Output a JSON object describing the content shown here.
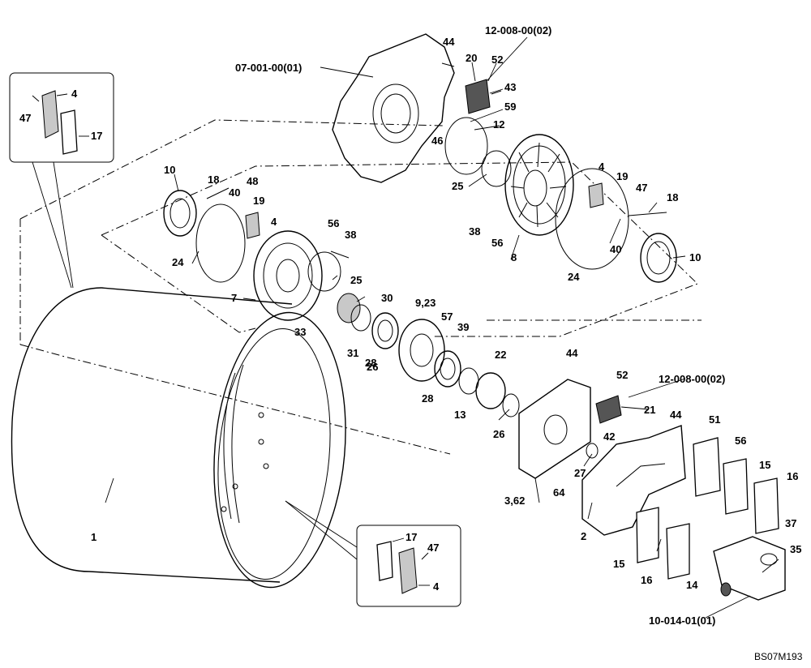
{
  "diagram": {
    "reference_code": "BS07M193",
    "assembly_refs": {
      "flange_plate": "07-001-00(01)",
      "cover_top": "12-008-00(02)",
      "cover_right": "12-008-00(02)",
      "motor": "10-014-01(01)"
    },
    "callouts": {
      "n1": "1",
      "n2": "2",
      "n3_62": "3,62",
      "n4_a": "4",
      "n4_b": "4",
      "n4_c": "4",
      "n4_d": "4",
      "n7": "7",
      "n8": "8",
      "n9_23": "9,23",
      "n10_a": "10",
      "n10_b": "10",
      "n12": "12",
      "n13": "13",
      "n14": "14",
      "n15_a": "15",
      "n15_b": "15",
      "n16_a": "16",
      "n16_b": "16",
      "n17_a": "17",
      "n17_b": "17",
      "n18_a": "18",
      "n18_b": "18",
      "n19_a": "19",
      "n19_b": "19",
      "n20": "20",
      "n21": "21",
      "n22": "22",
      "n24_a": "24",
      "n24_b": "24",
      "n25_a": "25",
      "n25_b": "25",
      "n26": "26",
      "n27": "27",
      "n28_a": "28",
      "n28_b": "28",
      "n30": "30",
      "n31": "31",
      "n33": "33",
      "n35": "35",
      "n37": "37",
      "n38_a": "38",
      "n38_b": "38",
      "n39": "39",
      "n40_a": "40",
      "n40_b": "40",
      "n42": "42",
      "n43": "43",
      "n44_a": "44",
      "n44_b": "44",
      "n44_c": "44",
      "n46": "46",
      "n47_a": "47",
      "n47_b": "47",
      "n47_c": "47",
      "n48": "48",
      "n51": "51",
      "n52_a": "52",
      "n52_b": "52",
      "n56_a": "56",
      "n56_b": "56",
      "n56_c": "56",
      "n57": "57",
      "n59": "59",
      "n64": "64"
    }
  }
}
